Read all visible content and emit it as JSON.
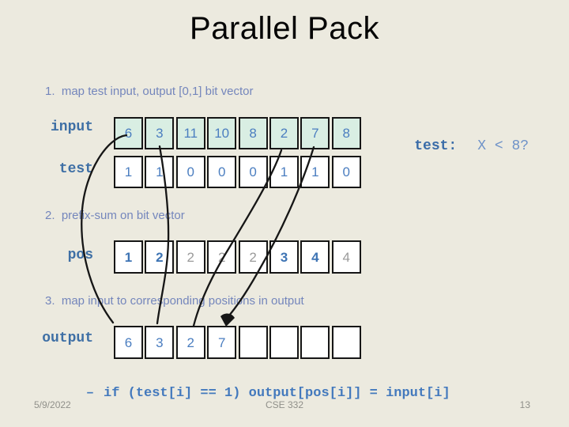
{
  "slide": {
    "title": "Parallel Pack",
    "steps": [
      "1.  map test input, output [0,1] bit vector",
      "2.  prefix-sum on bit vector",
      "3.  map input to corresponding positions in output"
    ],
    "test_caption": {
      "label": "test:",
      "expression": "X < 8?"
    },
    "rows": {
      "input": {
        "label": "input",
        "values": [
          "6",
          "3",
          "11",
          "10",
          "8",
          "2",
          "7",
          "8"
        ]
      },
      "test": {
        "label": "test",
        "values": [
          "1",
          "1",
          "0",
          "0",
          "0",
          "1",
          "1",
          "0"
        ]
      },
      "pos": {
        "label": "pos",
        "values": [
          "1",
          "2",
          "2",
          "2",
          "2",
          "3",
          "4",
          "4"
        ],
        "emphasized_indices": [
          0,
          1,
          5,
          6
        ],
        "muted_indices": [
          2,
          3,
          4,
          7
        ]
      },
      "output": {
        "label": "output",
        "values": [
          "6",
          "3",
          "2",
          "7",
          "",
          "",
          "",
          ""
        ]
      }
    },
    "code_line": {
      "bullet": "–",
      "text": "if (test[i] == 1) output[pos[i]] = input[i]"
    },
    "footer": {
      "date": "5/9/2022",
      "course": "CSE 332",
      "page_number": "13"
    },
    "arrows": [
      {
        "name": "arrow-input0-to-output0",
        "from": "input[0]=6",
        "to": "output[0]"
      },
      {
        "name": "arrow-input1-to-output1",
        "from": "input[1]=3",
        "to": "output[1]"
      },
      {
        "name": "arrow-input5-to-output2",
        "from": "input[5]=2",
        "to": "output[2]"
      },
      {
        "name": "arrow-input6-to-output3",
        "from": "input[6]=7",
        "to": "output[3]",
        "arrowhead": true
      }
    ]
  },
  "colors": {
    "background": "#ECEADF",
    "input_cell_fill": "#D9EEE3",
    "cell_fill": "#FFFFFF",
    "cell_border": "#161616",
    "number_blue": "#4B7EC0",
    "emphasis_blue": "#3E74B4",
    "muted_gray": "#9A9A9A",
    "label_blue": "#3E6FA5",
    "step_text_blue": "#7486BC",
    "test_expr_blue": "#6E92C8",
    "code_blue": "#4379BD",
    "footer_gray": "#90908A",
    "arrow_black": "#161616"
  }
}
